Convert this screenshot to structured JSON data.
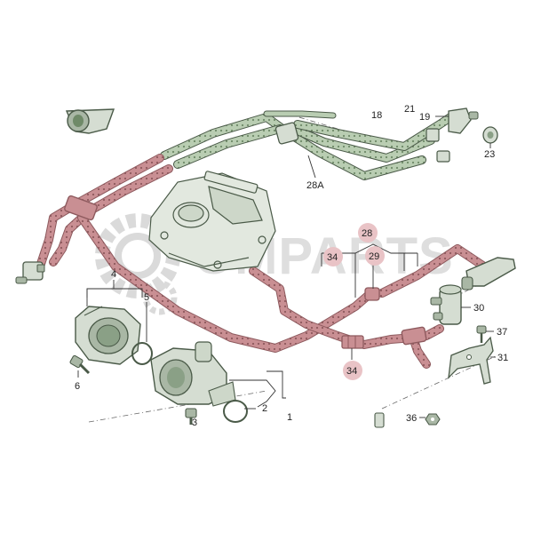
{
  "diagram": {
    "watermark": "OMPARTS",
    "colors": {
      "red_hose": "#c98f93",
      "red_hose_dark": "#8e5a5e",
      "green_hose": "#b9cdb2",
      "green_hose_dark": "#6f8a68",
      "part_fill": "#d5ddd2",
      "part_stroke": "#4a5a48",
      "highlight": "#e9c3c6",
      "watermark": "#d9d9d9"
    },
    "labels": {
      "l1": "1",
      "l2": "2",
      "l3": "3",
      "l4": "4",
      "l5": "5",
      "l6": "6",
      "l18": "18",
      "l19": "19",
      "l21": "21",
      "l23": "23",
      "l28A": "28A",
      "l28": "28",
      "l29": "29",
      "l30": "30",
      "l31": "31",
      "l34a": "34",
      "l34b": "34",
      "l36": "36",
      "l37": "37"
    },
    "highlighted": [
      "28",
      "29",
      "34"
    ]
  }
}
